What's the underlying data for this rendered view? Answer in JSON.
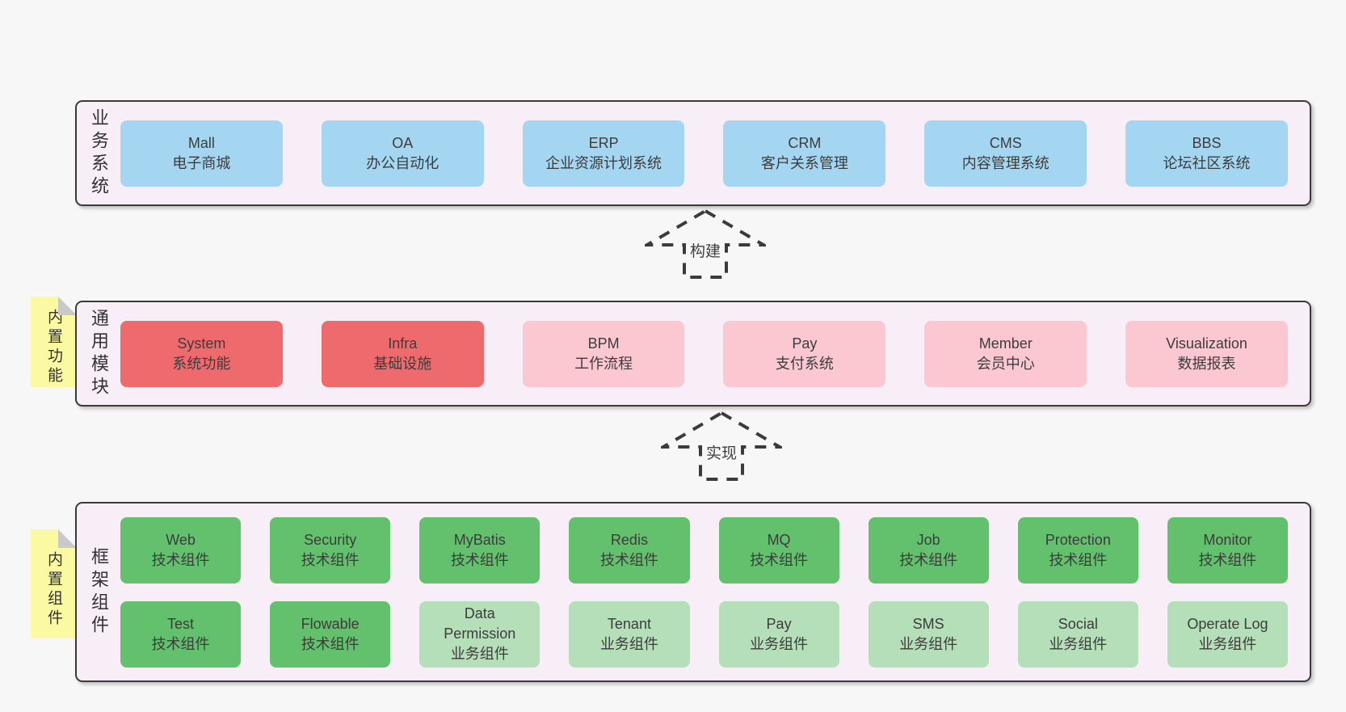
{
  "diagram": {
    "arrows": [
      {
        "label": "构建"
      },
      {
        "label": "实现"
      }
    ],
    "notes": [
      {
        "text": "内置功能"
      },
      {
        "text": "内置组件"
      }
    ],
    "palette": {
      "page_bg": "#f7f7f7",
      "layer_bg": "#f8eef7",
      "layer_border": "#3a3a3a",
      "blue": "#a5d6f1",
      "red": "#ef6a6d",
      "pink": "#fbc8d2",
      "green_dark": "#63c06d",
      "green_light": "#b5dfb8",
      "note_yellow": "#fbf9a1",
      "note_fold_gray": "#c9c9c9",
      "text": "#3c3c3c"
    },
    "layers": [
      {
        "label": "业务系统",
        "boxes": [
          {
            "name": "Mall",
            "desc": "电子商城",
            "variant": "blue"
          },
          {
            "name": "OA",
            "desc": "办公自动化",
            "variant": "blue"
          },
          {
            "name": "ERP",
            "desc": "企业资源计划系统",
            "variant": "blue"
          },
          {
            "name": "CRM",
            "desc": "客户关系管理",
            "variant": "blue"
          },
          {
            "name": "CMS",
            "desc": "内容管理系统",
            "variant": "blue"
          },
          {
            "name": "BBS",
            "desc": "论坛社区系统",
            "variant": "blue"
          }
        ]
      },
      {
        "label": "通用模块",
        "boxes": [
          {
            "name": "System",
            "desc": "系统功能",
            "variant": "red"
          },
          {
            "name": "Infra",
            "desc": "基础设施",
            "variant": "red"
          },
          {
            "name": "BPM",
            "desc": "工作流程",
            "variant": "pink"
          },
          {
            "name": "Pay",
            "desc": "支付系统",
            "variant": "pink"
          },
          {
            "name": "Member",
            "desc": "会员中心",
            "variant": "pink"
          },
          {
            "name": "Visualization",
            "desc": "数据报表",
            "variant": "pink"
          }
        ]
      },
      {
        "label": "框架组件",
        "rows": [
          [
            {
              "name": "Web",
              "desc": "技术组件",
              "variant": "green-dark"
            },
            {
              "name": "Security",
              "desc": "技术组件",
              "variant": "green-dark"
            },
            {
              "name": "MyBatis",
              "desc": "技术组件",
              "variant": "green-dark"
            },
            {
              "name": "Redis",
              "desc": "技术组件",
              "variant": "green-dark"
            },
            {
              "name": "MQ",
              "desc": "技术组件",
              "variant": "green-dark"
            },
            {
              "name": "Job",
              "desc": "技术组件",
              "variant": "green-dark"
            },
            {
              "name": "Protection",
              "desc": "技术组件",
              "variant": "green-dark"
            },
            {
              "name": "Monitor",
              "desc": "技术组件",
              "variant": "green-dark"
            }
          ],
          [
            {
              "name": "Test",
              "desc": "技术组件",
              "variant": "green-dark"
            },
            {
              "name": "Flowable",
              "desc": "技术组件",
              "variant": "green-dark"
            },
            {
              "name": "Data\nPermission",
              "desc": "业务组件",
              "variant": "green-light"
            },
            {
              "name": "Tenant",
              "desc": "业务组件",
              "variant": "green-light"
            },
            {
              "name": "Pay",
              "desc": "业务组件",
              "variant": "green-light"
            },
            {
              "name": "SMS",
              "desc": "业务组件",
              "variant": "green-light"
            },
            {
              "name": "Social",
              "desc": "业务组件",
              "variant": "green-light"
            },
            {
              "name": "Operate Log",
              "desc": "业务组件",
              "variant": "green-light"
            }
          ]
        ]
      }
    ]
  }
}
